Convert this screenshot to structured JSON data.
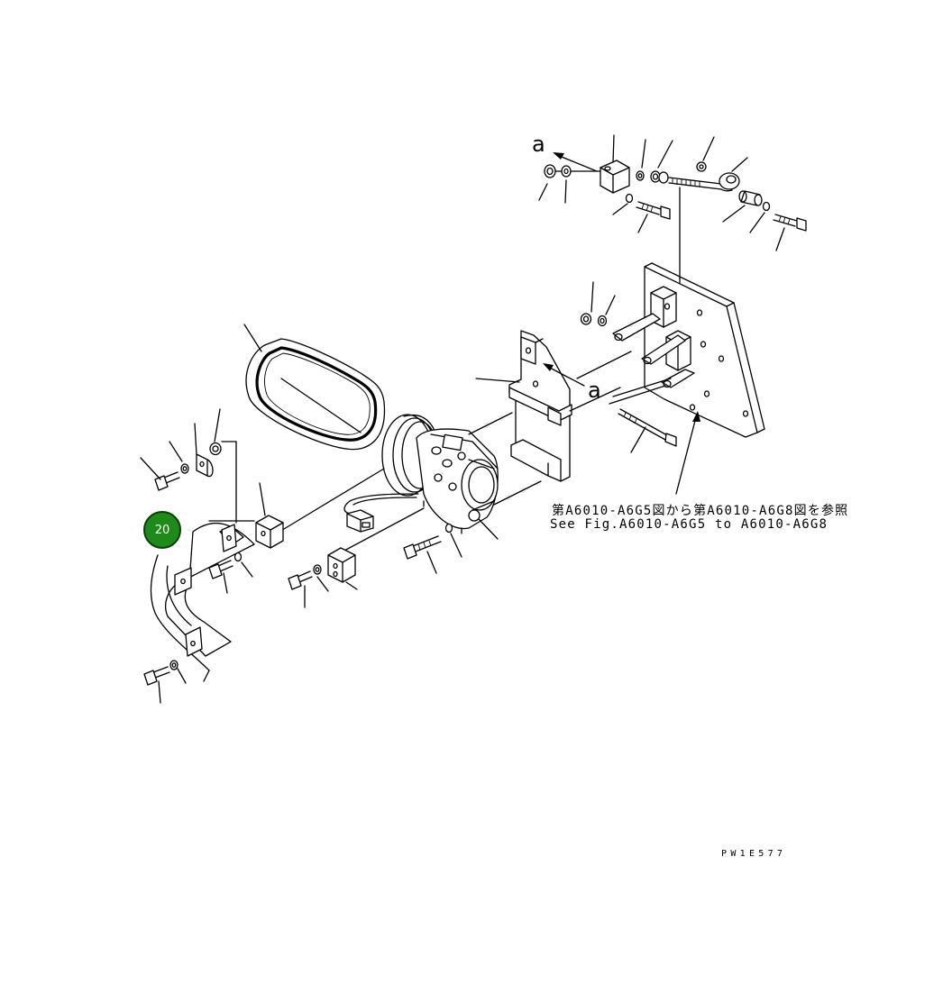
{
  "reference_note": {
    "line_jp": "第A6010-A6G5図から第A6010-A6G8図を参照",
    "line_en": "See Fig.A6010-A6G5 to A6010-A6G8"
  },
  "callout_letter_top": "a",
  "callout_letter_mid": "a",
  "drawing_number": "PW1E577",
  "highlighted_item": {
    "label": "20",
    "color": "#1f8a1a"
  }
}
